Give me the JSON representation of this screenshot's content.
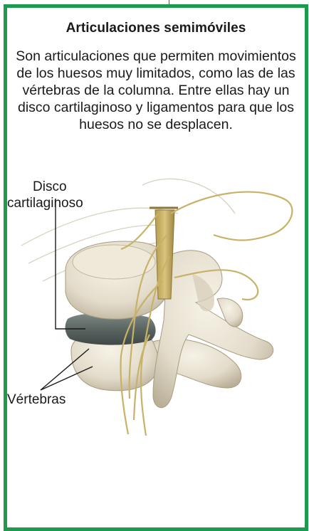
{
  "card": {
    "title": "Articulaciones semimóviles",
    "description": "Son articulaciones que permiten movimientos de los huesos muy limitados, como las de las vértebras de la columna. Entre ellas hay un disco cartilaginoso y ligamentos para que los huesos no se desplacen."
  },
  "labels": {
    "disco_line1": "Disco",
    "disco_line2": "cartilaginoso",
    "vertebras": "Vértebras"
  },
  "colors": {
    "border": "#1e9a4f",
    "bone": "#e8e2d2",
    "nerve": "#c9b36a"
  }
}
